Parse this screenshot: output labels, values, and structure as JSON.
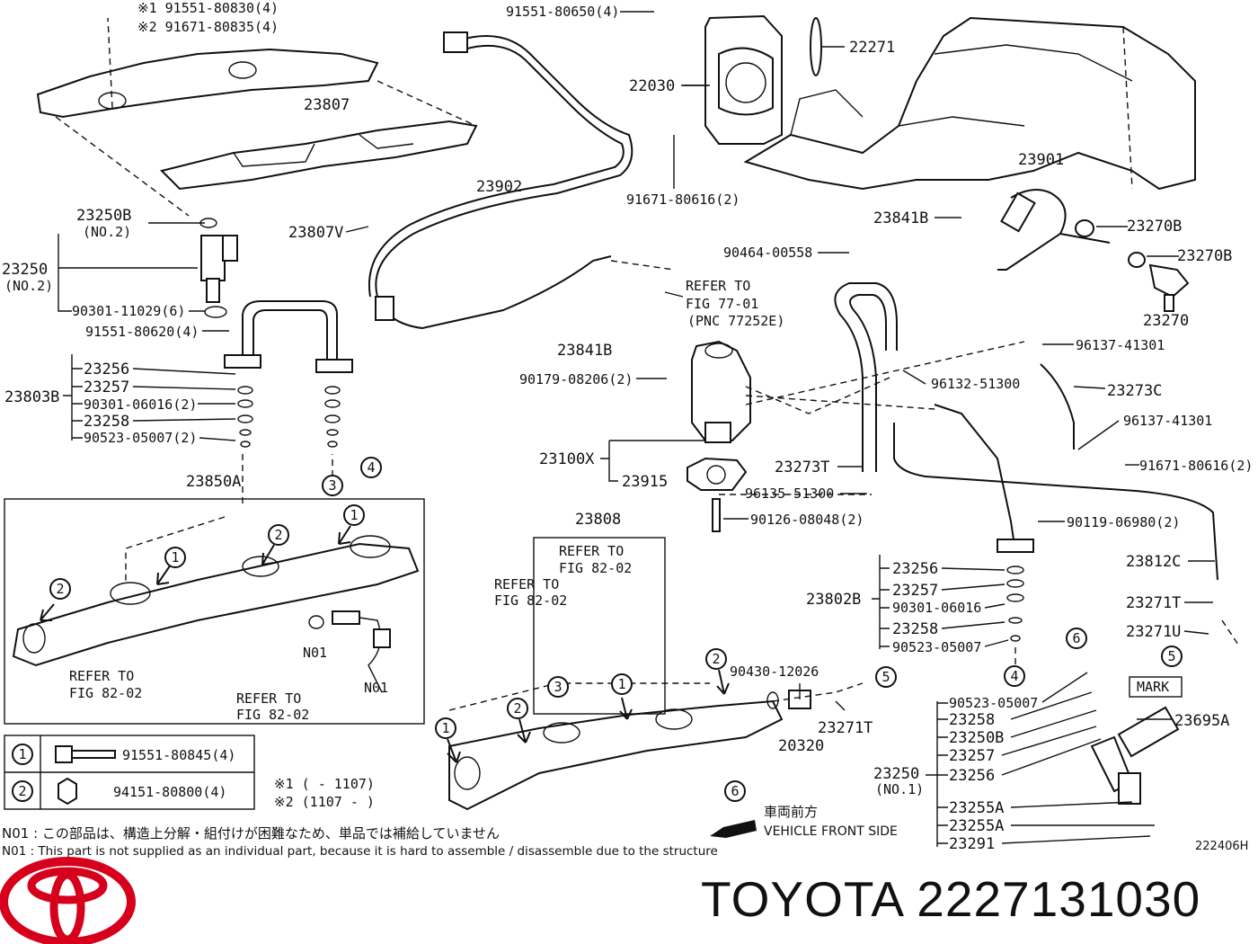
{
  "parts_top": [
    {
      "id": "p1",
      "text": "※1 91551-80830(4)"
    },
    {
      "id": "p2",
      "text": "※2 91671-80835(4)"
    },
    {
      "id": "p3",
      "text": "91551-80650(4)"
    },
    {
      "id": "p4",
      "text": "22271"
    },
    {
      "id": "p5",
      "text": "22030"
    },
    {
      "id": "p6",
      "text": "23807"
    },
    {
      "id": "p7",
      "text": "23902"
    },
    {
      "id": "p8",
      "text": "91671-80616(2)"
    },
    {
      "id": "p9",
      "text": "23901"
    },
    {
      "id": "p10",
      "text": "23841B"
    },
    {
      "id": "p11",
      "text": "23270B"
    },
    {
      "id": "p12",
      "text": "23270B"
    },
    {
      "id": "p13",
      "text": "23270"
    },
    {
      "id": "p14",
      "text": "90464-00558"
    },
    {
      "id": "p15",
      "text": "REFER TO"
    },
    {
      "id": "p16",
      "text": "FIG 77-01"
    },
    {
      "id": "p17",
      "text": "(PNC 77252E)"
    },
    {
      "id": "p18",
      "text": "23841B"
    },
    {
      "id": "p19",
      "text": "96137-41301"
    },
    {
      "id": "p20",
      "text": "90179-08206(2)"
    },
    {
      "id": "p21",
      "text": "96132-51300"
    },
    {
      "id": "p22",
      "text": "23273C"
    },
    {
      "id": "p23",
      "text": "96137-41301"
    },
    {
      "id": "p24",
      "text": "23250B"
    },
    {
      "id": "p25",
      "text": "(NO.2)"
    },
    {
      "id": "p26",
      "text": "23807V"
    },
    {
      "id": "p27",
      "text": "23250"
    },
    {
      "id": "p28",
      "text": "(NO.2)"
    },
    {
      "id": "p29",
      "text": "90301-11029(6)"
    },
    {
      "id": "p30",
      "text": "91551-80620(4)"
    }
  ],
  "parts_left": [
    {
      "id": "l1",
      "text": "23256"
    },
    {
      "id": "l2",
      "text": "23257"
    },
    {
      "id": "l3",
      "text": "90301-06016(2)"
    },
    {
      "id": "l4",
      "text": "23258"
    },
    {
      "id": "l5",
      "text": "90523-05007(2)"
    },
    {
      "id": "l6",
      "text": "23803B"
    },
    {
      "id": "l7",
      "text": "23850A"
    },
    {
      "id": "l8",
      "text": "REFER TO"
    },
    {
      "id": "l9",
      "text": "FIG 82-02"
    },
    {
      "id": "l10",
      "text": "REFER TO"
    },
    {
      "id": "l11",
      "text": "FIG 82-02"
    },
    {
      "id": "l12",
      "text": "N01"
    },
    {
      "id": "l13",
      "text": "N01"
    }
  ],
  "parts_center": [
    {
      "id": "c1",
      "text": "23100X"
    },
    {
      "id": "c2",
      "text": "23915"
    },
    {
      "id": "c3",
      "text": "23273T"
    },
    {
      "id": "c4",
      "text": "96135-51300"
    },
    {
      "id": "c5",
      "text": "90126-08048(2)"
    },
    {
      "id": "c6",
      "text": "91671-80616(2)"
    },
    {
      "id": "c7",
      "text": "90119-06980(2)"
    },
    {
      "id": "c8",
      "text": "23808"
    },
    {
      "id": "c9",
      "text": "REFER TO"
    },
    {
      "id": "c10",
      "text": "FIG 82-02"
    },
    {
      "id": "c11",
      "text": "REFER TO"
    },
    {
      "id": "c12",
      "text": "FIG 82-02"
    },
    {
      "id": "c13",
      "text": "90430-12026"
    },
    {
      "id": "c14",
      "text": "23271T"
    },
    {
      "id": "c15",
      "text": "20320"
    },
    {
      "id": "c16",
      "text": "23812C"
    },
    {
      "id": "c17",
      "text": "23271T"
    },
    {
      "id": "c18",
      "text": "23271U"
    }
  ],
  "parts_right": [
    {
      "id": "r1",
      "text": "23256"
    },
    {
      "id": "r2",
      "text": "23257"
    },
    {
      "id": "r3",
      "text": "90301-06016"
    },
    {
      "id": "r4",
      "text": "23258"
    },
    {
      "id": "r5",
      "text": "90523-05007"
    },
    {
      "id": "r6",
      "text": "23802B"
    },
    {
      "id": "r7",
      "text": "90523-05007"
    },
    {
      "id": "r8",
      "text": "23258"
    },
    {
      "id": "r9",
      "text": "23250B"
    },
    {
      "id": "r10",
      "text": "23257"
    },
    {
      "id": "r11",
      "text": "23256"
    },
    {
      "id": "r12",
      "text": "23250"
    },
    {
      "id": "r13",
      "text": "(NO.1)"
    },
    {
      "id": "r14",
      "text": "23255A"
    },
    {
      "id": "r15",
      "text": "23255A"
    },
    {
      "id": "r16",
      "text": "23291"
    },
    {
      "id": "r17",
      "text": "MARK"
    },
    {
      "id": "r18",
      "text": "23695A"
    }
  ],
  "callouts": [
    "1",
    "2",
    "3",
    "4",
    "5",
    "6"
  ],
  "legend": [
    {
      "num": "1",
      "part": "91551-80845(4)"
    },
    {
      "num": "2",
      "part": "94151-80800(4)"
    }
  ],
  "date_notes": [
    "※1 (       - 1107)",
    "※2 (1107 -       )"
  ],
  "notes": {
    "jp": "N01 : この部品は、構造上分解・組付けが困難なため、単品では補給していません",
    "en": "N01 : This part is not supplied as an individual part, because it is hard to assemble / disassemble due to the structure"
  },
  "vehicle_front": {
    "jp": "車両前方",
    "en": "VEHICLE FRONT SIDE"
  },
  "diagram_code": "222406H",
  "brand": {
    "logo_name": "toyota-logo",
    "text": "TOYOTA 2227131030"
  }
}
